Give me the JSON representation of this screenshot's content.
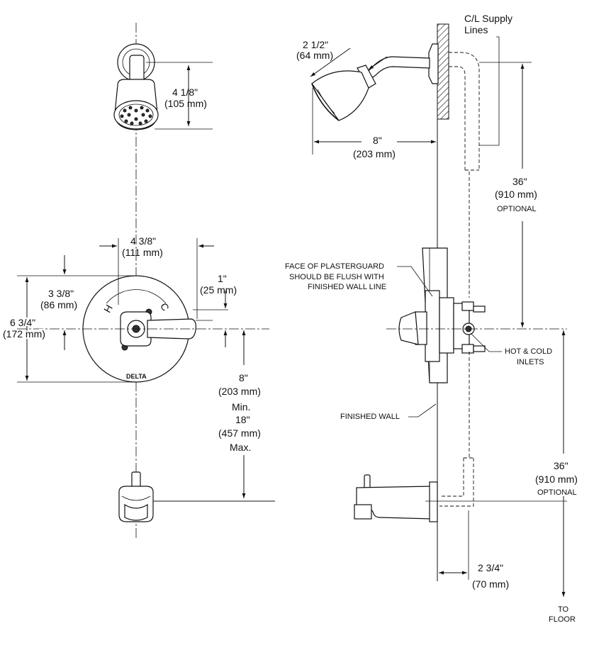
{
  "shower_head_front": {
    "height_in": "4 1/8\"",
    "height_mm": "(105 mm)"
  },
  "shower_head_side": {
    "reach_in": "2 1/2\"",
    "reach_mm": "(64 mm)",
    "arm_in": "8\"",
    "arm_mm": "(203 mm)"
  },
  "supply": {
    "line1": "C/L Supply",
    "line2": "Lines"
  },
  "upper_rise": {
    "in": "36\"",
    "mm": "(910 mm)",
    "note": "OPTIONAL"
  },
  "escutcheon": {
    "width_in": "4 3/8\"",
    "width_mm": "(111 mm)",
    "offset_in": "1\"",
    "offset_mm": "(25 mm)",
    "upper_in": "3 3/8\"",
    "upper_mm": "(86 mm)",
    "total_in": "6 3/4\"",
    "total_mm": "(172 mm)",
    "hot_letter": "H",
    "cold_letter": "C",
    "brand": "DELTA"
  },
  "spout_drop": {
    "min_in": "8\"",
    "min_mm": "(203 mm)",
    "min_label": "Min.",
    "max_in": "18\"",
    "max_mm": "(457 mm)",
    "max_label": "Max."
  },
  "plasterguard": {
    "line1": "FACE OF PLASTERGUARD",
    "line2": "SHOULD BE FLUSH WITH",
    "line3": "FINISHED WALL LINE"
  },
  "inlets": {
    "line1": "HOT & COLD",
    "line2": "INLETS"
  },
  "finished_wall": "FINISHED WALL",
  "lower_rise": {
    "in": "36\"",
    "mm": "(910 mm)",
    "note": "OPTIONAL"
  },
  "spout_depth": {
    "in": "2 3/4\"",
    "mm": "(70 mm)"
  },
  "floor": {
    "line1": "TO",
    "line2": "FLOOR"
  }
}
